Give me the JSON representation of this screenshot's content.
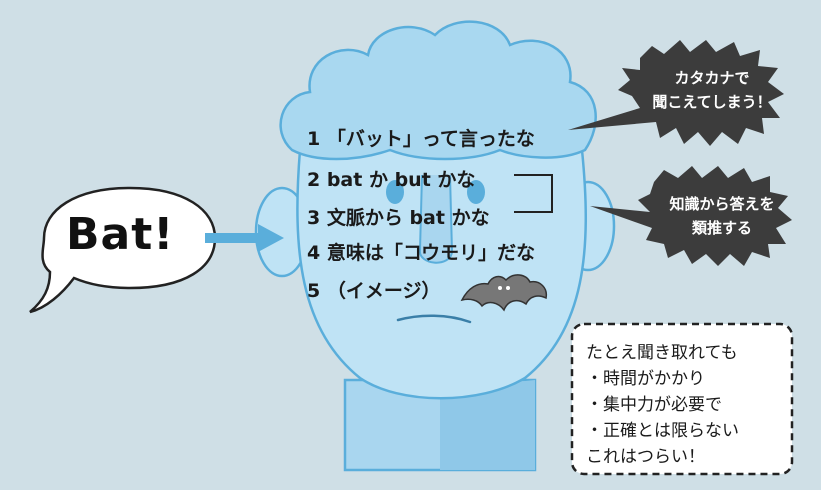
{
  "speech": "Bat!",
  "steps": [
    "1 「バット」って言ったな",
    "2 bat か but かな",
    "3 文脈から bat かな",
    "4 意味は「コウモリ」だな",
    "5 （イメージ）"
  ],
  "bubble_top": [
    "カタカナで",
    "聞こえてしまう！"
  ],
  "bubble_bottom": [
    "知識から答えを",
    "類推する"
  ],
  "note": [
    "たとえ聞き取れても",
    "・時間がかかり",
    "・集中力が必要で",
    "・正確とは限らない",
    "これはつらい！"
  ],
  "colors": {
    "background": "#cfdfe6",
    "face": "#bfe3f5",
    "hair": "#a9d8f0",
    "outline": "#5aaedb",
    "dark_bubble": "#3c3c3c",
    "arrow": "#5aaedb",
    "bat": "#777777"
  }
}
